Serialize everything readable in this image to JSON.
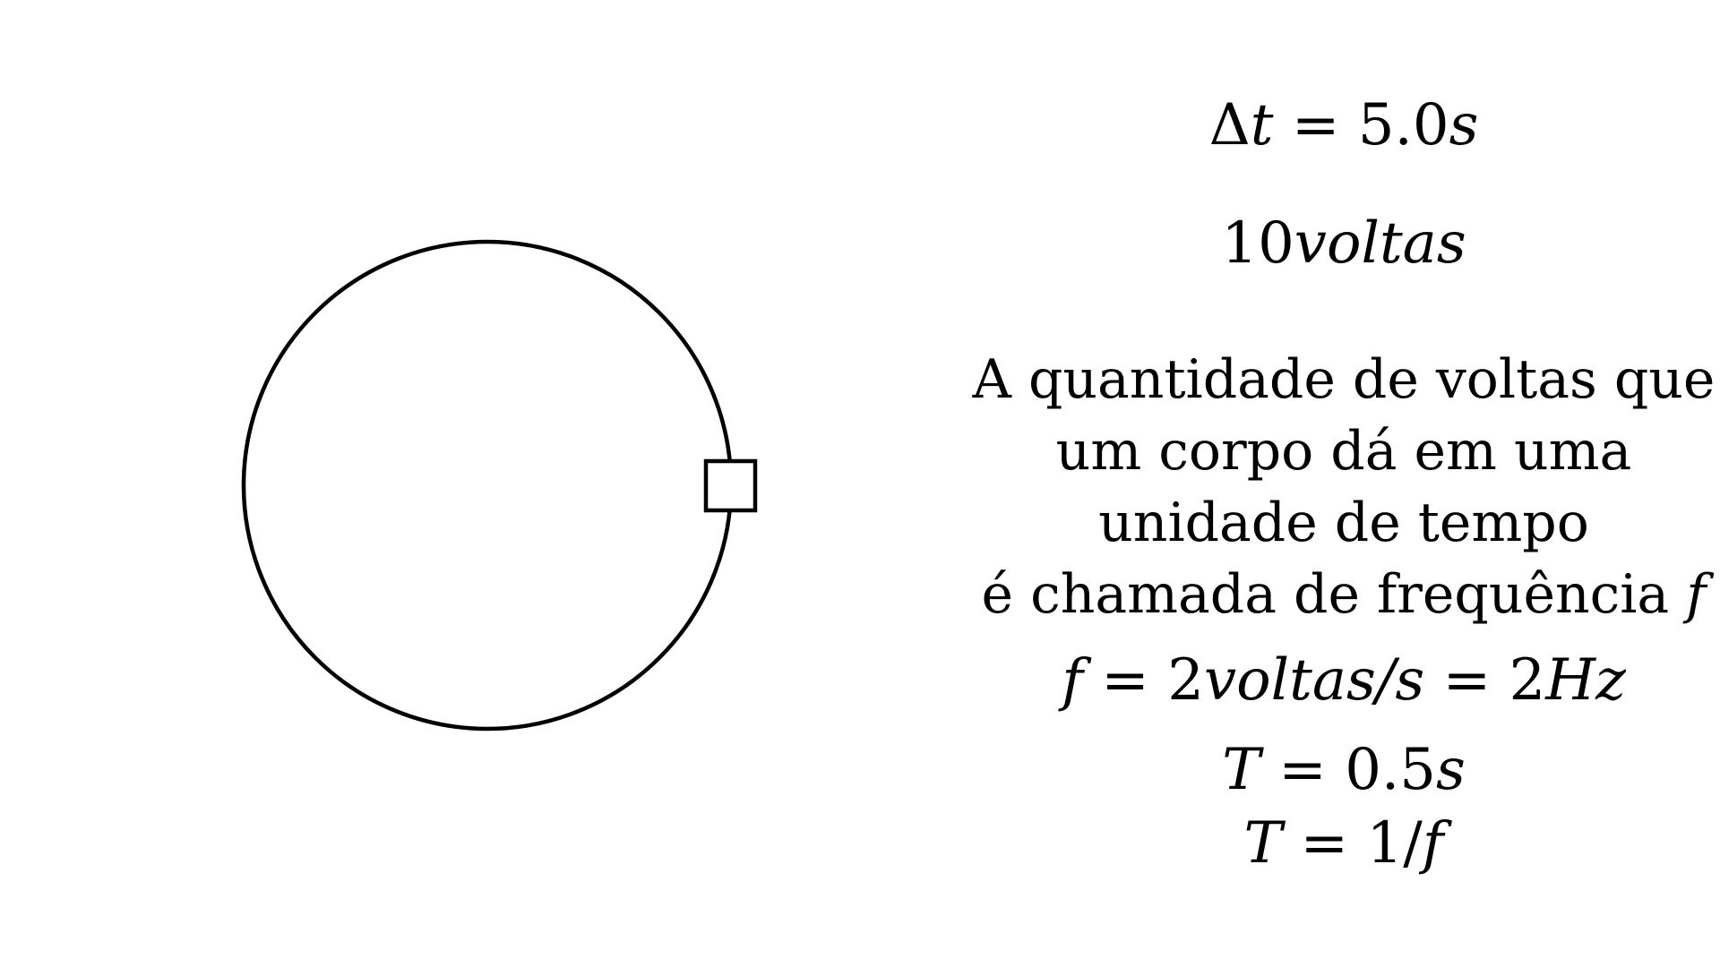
{
  "diagram": {
    "circle_label": "",
    "marker_label": ""
  },
  "equations": {
    "delta_t": {
      "symbol": "Δ",
      "var": "t",
      "eq": " = ",
      "value": "5.0",
      "unit": "s"
    },
    "turns": {
      "value": "10",
      "unit": "voltas"
    },
    "definition": {
      "line1": "A quantidade de voltas que",
      "line2": "um corpo dá em uma",
      "line3": "unidade de tempo",
      "line4": "é chamada de frequência ",
      "line4_var": "f"
    },
    "frequency": {
      "var": "f",
      "eq1": " = ",
      "value1": "2",
      "unit1": "voltas/s",
      "eq2": " = ",
      "value2": "2",
      "unit2": "Hz"
    },
    "period": {
      "var": "T",
      "eq": " = ",
      "value": "0.5",
      "unit": "s"
    },
    "period_relation": {
      "var": "T",
      "eq": " = ",
      "num": "1/",
      "den": "f"
    }
  }
}
